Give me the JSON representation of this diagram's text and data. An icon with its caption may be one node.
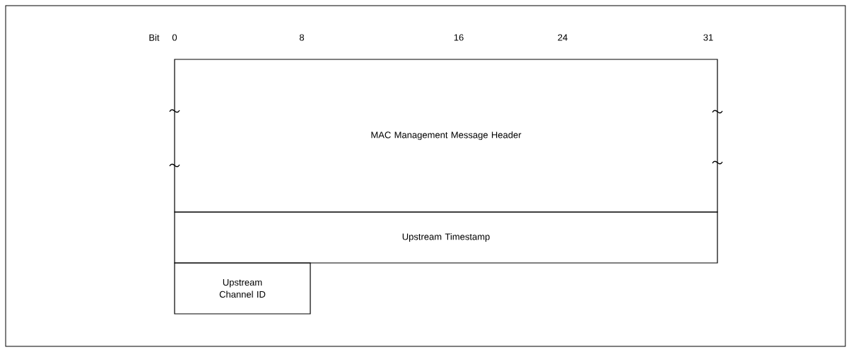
{
  "diagram": {
    "nodes": [
      {
        "text": [
          "MAC Management Message Header"
        ]
      },
      {
        "text": [
          "Upstream Timestamp"
        ]
      },
      {
        "text": [
          "Upstream Channel ID"
        ]
      }
    ],
    "labels": [
      "Bit",
      "0",
      "8",
      "16",
      "24",
      "31"
    ]
  }
}
